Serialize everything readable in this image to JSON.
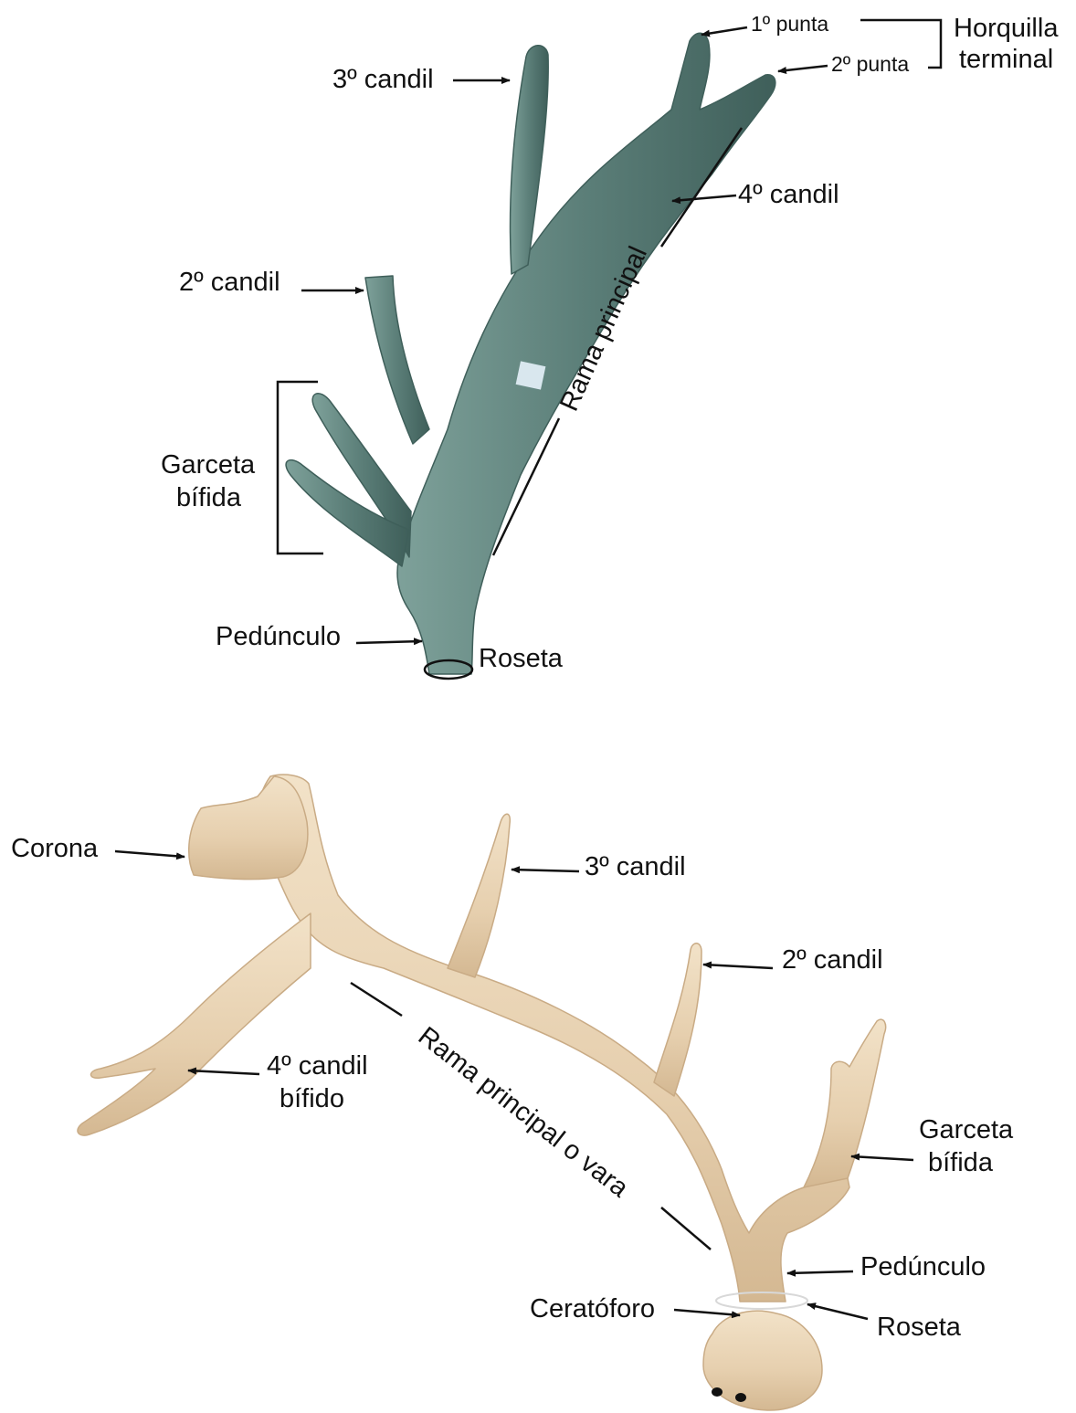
{
  "colors": {
    "green_antler": "#5b7e78",
    "green_antler_dark": "#3f5f5a",
    "green_antler_light": "#7ea19a",
    "bone_antler": "#e6cfae",
    "bone_antler_dark": "#c9ab85",
    "bone_antler_light": "#f2e2c8",
    "stroke": "#111111",
    "background": "#ffffff"
  },
  "top_antler": {
    "labels": {
      "punta_1": "1º punta",
      "punta_2": "2º punta",
      "horquilla_line1": "Horquilla",
      "horquilla_line2": "terminal",
      "candil_3": "3º candil",
      "candil_4": "4º candil",
      "candil_2": "2º candil",
      "rama_principal": "Rama principal",
      "garceta_line1": "Garceta",
      "garceta_line2": "bífida",
      "peduncle": "Pedúnculo",
      "rosette": "Roseta"
    }
  },
  "bottom_antler": {
    "labels": {
      "corona": "Corona",
      "candil_3": "3º candil",
      "candil_2": "2º candil",
      "candil_4_line1": "4º candil",
      "candil_4_line2": "bífido",
      "rama_principal": "Rama principal o vara",
      "garceta_line1": "Garceta",
      "garceta_line2": "bífida",
      "peduncle": "Pedúnculo",
      "ceratoforo": "Ceratóforo",
      "rosette": "Roseta"
    }
  }
}
